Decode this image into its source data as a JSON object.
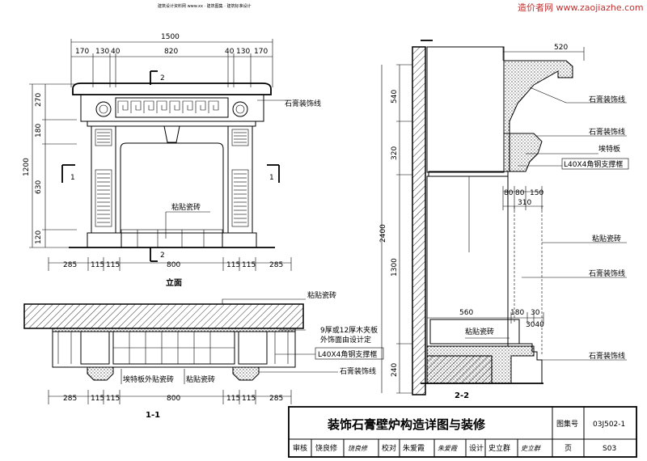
{
  "header": {
    "left_small": "建筑设计资料网 www.xx · 建筑图集 · 建筑标准设计",
    "watermark": "造价者网 www.zaojiazhe.com"
  },
  "elevation": {
    "title": "立面",
    "top_total": "1500",
    "top_dims": [
      "170",
      "130",
      "40",
      "820",
      "40",
      "130",
      "170"
    ],
    "left_dims": [
      "270",
      "180",
      "630",
      "120"
    ],
    "left_total": "1200",
    "bottom_dims": [
      "285",
      "115",
      "115",
      "800",
      "115",
      "115",
      "285"
    ],
    "section_mark_2": "2",
    "section_mark_1": "1",
    "label_gypsum": "石膏装饰线",
    "label_tile": "粘贴瓷砖"
  },
  "plan": {
    "title": "1-1",
    "label_tile_top": "粘贴瓷砖",
    "label_board": "9厚或12厚木夹板",
    "label_board2": "外饰面由设计定",
    "label_angle": "L40X4角钢支撑框",
    "label_gypsum": "石膏装饰线",
    "label_board_tile": "埃特板外贴瓷砖",
    "label_tile_bottom": "粘贴瓷砖",
    "bottom_dims": [
      "285",
      "115",
      "115",
      "800",
      "115",
      "115",
      "285"
    ]
  },
  "section": {
    "title": "2-2",
    "top_dim": "520",
    "left_dims": [
      "540",
      "320",
      "1300",
      "240"
    ],
    "left_total": "2400",
    "dims_mid": [
      "80",
      "80",
      "150"
    ],
    "dim_310": "310",
    "dims_low": [
      "560",
      "180",
      "30"
    ],
    "dim_3040": "3040",
    "labels": [
      "石膏装饰线",
      "石膏装饰线",
      "埃特板",
      "L40X4角钢支撑框",
      "粘贴瓷砖",
      "石膏装饰线",
      "粘贴瓷砖",
      "石膏装饰线"
    ]
  },
  "titleblock": {
    "title": "装饰石膏壁炉构造详图与装修",
    "atlas_label": "图集号",
    "atlas_no": "03J502-1",
    "review_label": "审核",
    "reviewer": "饶良修",
    "review_sign": "饶良修",
    "check_label": "校对",
    "checker": "朱爱霞",
    "check_sign": "朱爱霞",
    "design_label": "设计",
    "designer": "史立群",
    "design_sign": "史立群",
    "page_label": "页",
    "page_no": "S03"
  }
}
